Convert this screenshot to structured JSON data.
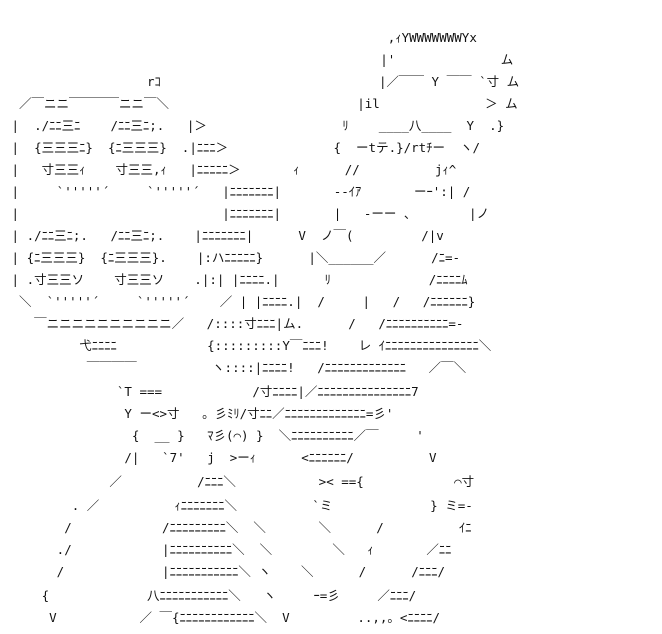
{
  "art": {
    "lines": [
      "                                                   ,ｨYWWWWWWWYx",
      "                                                  |'              ム",
      "                   rｺ                             |／￣￣ Y ￣￣ `寸 ム",
      "  ／￣ニニ￣￣￣￣ニニ￣＼                         |il              ＞ ム",
      " |  ./ﾆﾆ三ﾆ    /ﾆﾆ三ﾆ;.   |＞                  ﾘ    ____八____  Y  .}",
      " |  {三三三ﾆ}  {ﾆ三三三}  .|ﾆﾆﾆ＞              {  ーtテ.}/rtﾁー  ヽ/",
      " |   寸三三ｨ    寸三三,ｨ   |ﾆﾆﾆﾆﾆ＞       ｨ      //          jｨ^",
      " |     `'''''´     `'''''´   |ﾆﾆﾆﾆﾆﾆﾆ|       --ｲｱ       ーｰ':| /",
      " |                           |ﾆﾆﾆﾆﾆﾆﾆ|       |   -ーー 、       |ノ",
      " | ./ﾆﾆ三ﾆ;.   /ﾆﾆ三ﾆ;.    |ﾆﾆﾆﾆﾆﾆﾆ|      V  ノ￣(         /|v",
      " | {ﾆ三三三}  {ﾆ三三三}.    |:ハﾆﾆﾆﾆﾆ}      |＼______／      /ﾆ=-",
      " | .寸三三ソ    寸三三ソ    .|:| |ﾆﾆﾆﾆ.|      ﾘ             /ﾆﾆﾆﾆﾑ",
      "  ＼  `'''''´     `'''''´    ／ | |ﾆﾆﾆﾆ.|  /     |   /   /ﾆﾆﾆﾆﾆﾆ}",
      "    ￣ニニニニニニニニニニ／   /::::寸ﾆﾆﾆ|ム.      /   /ﾆﾆﾆﾆﾆﾆﾆﾆﾆﾆ=-",
      "          弋ﾆﾆﾆﾆ            {:::::::::Y￣ﾆﾆﾆ!    レ ｲﾆﾆﾆﾆﾆﾆﾆﾆﾆﾆﾆﾆﾆﾆﾆ＼",
      "           ￣￣￣￣          ヽ::::|ﾆﾆﾆﾆ!   /ﾆﾆﾆﾆﾆﾆﾆﾆﾆﾆﾆﾆﾆ   ／￣＼",
      "               `T ===            /寸ﾆﾆﾆﾆ|／ﾆﾆﾆﾆﾆﾆﾆﾆﾆﾆﾆﾆﾆﾆﾆ7",
      "                Y ー<>寸   。彡ﾐﾘ/寸ﾆﾆ／ﾆﾆﾆﾆﾆﾆﾆﾆﾆﾆﾆﾆﾆ=彡'",
      "                 {  __ }   ﾏ彡(⌒) }  ＼ﾆﾆﾆﾆﾆﾆﾆﾆﾆﾆ／￣     '",
      "                /|   `7'   j  >ーｨ      <ﾆﾆﾆﾆﾆﾆ/          V",
      "              ／          /ﾆﾆﾆ＼           >< =={            ⌒寸",
      "         . ／          ｨﾆﾆﾆﾆﾆﾆﾆ＼          `ミ             } ミ=-",
      "        /            /ﾆﾆﾆﾆﾆﾆﾆﾆﾆ＼  ＼       ＼      /          ｲﾆ",
      "       ./            |ﾆﾆﾆﾆﾆﾆﾆﾆﾆﾆ＼  ＼        ＼   ｨ       ／ﾆﾆ",
      "       /             |ﾆﾆﾆﾆﾆﾆﾆﾆﾆﾆﾆ＼ ヽ    ＼      /      /ﾆﾆﾆ/",
      "     {             八ﾆﾆﾆﾆﾆﾆﾆﾆﾆﾆﾆ＼   ヽ     ｰ=彡     ／ﾆﾆﾆ/",
      "      V           ／ ￣{ﾆﾆﾆﾆﾆﾆﾆﾆﾆﾆﾆﾆ＼  V         ..,,。<ﾆﾆﾆﾆ/"
    ]
  }
}
